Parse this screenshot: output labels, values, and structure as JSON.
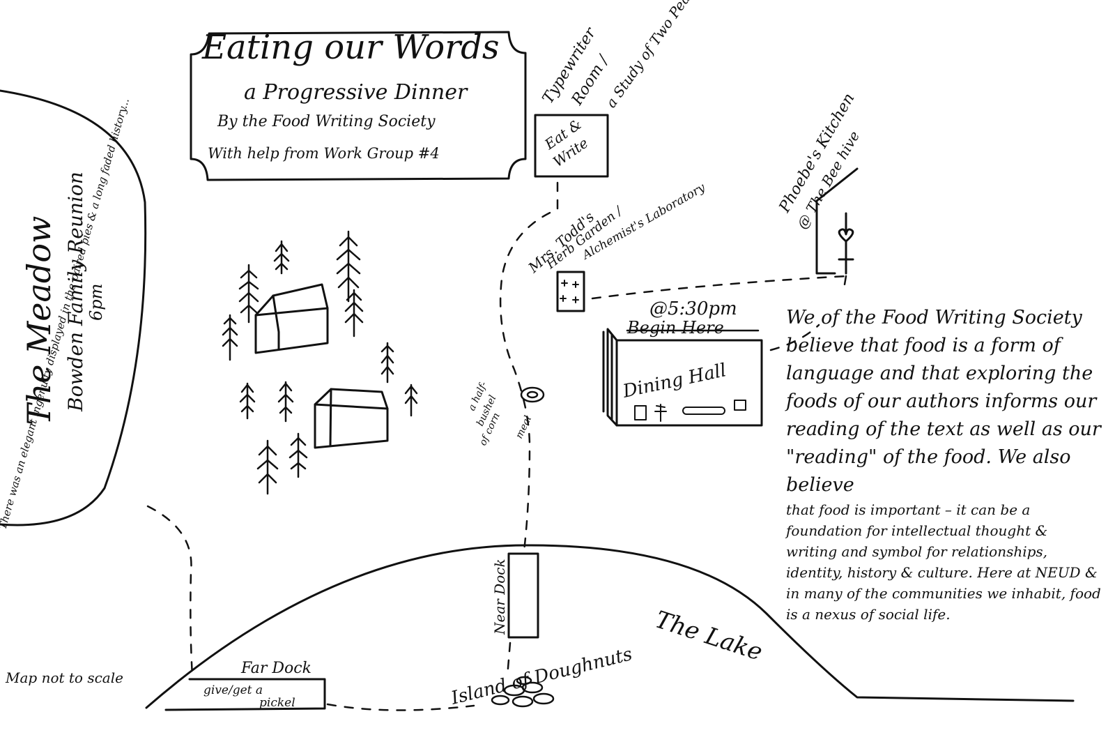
{
  "title": {
    "line1": "Eating our Words",
    "line2": "a Progressive Dinner",
    "line3": "By the Food Writing Society",
    "line4": "With help from Work Group #4"
  },
  "places": {
    "typewriter_line1": "Typewriter",
    "typewriter_line2": "Room /",
    "typewriter_line3": "a Study of Two Pears",
    "eat_write_line1": "Eat &",
    "eat_write_line2": "Write",
    "phoebe_line1": "Phoebe's Kitchen",
    "phoebe_line2": "@ The Bee hive",
    "herb_line1": "Mrs. Todd's",
    "herb_line2": "Herb Garden /",
    "herb_line3": "Alchemist's Laboratory",
    "begin_time": "@5:30pm",
    "begin_here": "Begin Here",
    "dining_hall": "Dining Hall",
    "corn_line1": "a half-",
    "corn_line2": "bushel",
    "corn_line3": "of corn",
    "corn_line4": "meal",
    "meadow": "The Meadow",
    "reunion": "Bowden Family Reunion",
    "reunion_time": "6pm",
    "elegant_note": "There was an elegant ingenuity displayed in the paired pies & a long faded history...",
    "near_dock": "Near Dock",
    "far_dock": "Far Dock",
    "pickle_line1": "give/get a",
    "pickle_line2": "pickel",
    "island": "Island of Doughnuts",
    "lake": "The Lake",
    "scale_note": "Map not to scale"
  },
  "mission": {
    "main": "We of the Food Writing Society believe that food is a form of language and that exploring the foods of our authors informs our reading of the text as well as our \"reading\" of the food. We also believe",
    "tail": "that food is important – it can be a foundation for intellectual thought & writing and symbol for relationships, identity, history & culture. Here at NEUD & in many of the communities we inhabit, food is a nexus of social life."
  }
}
